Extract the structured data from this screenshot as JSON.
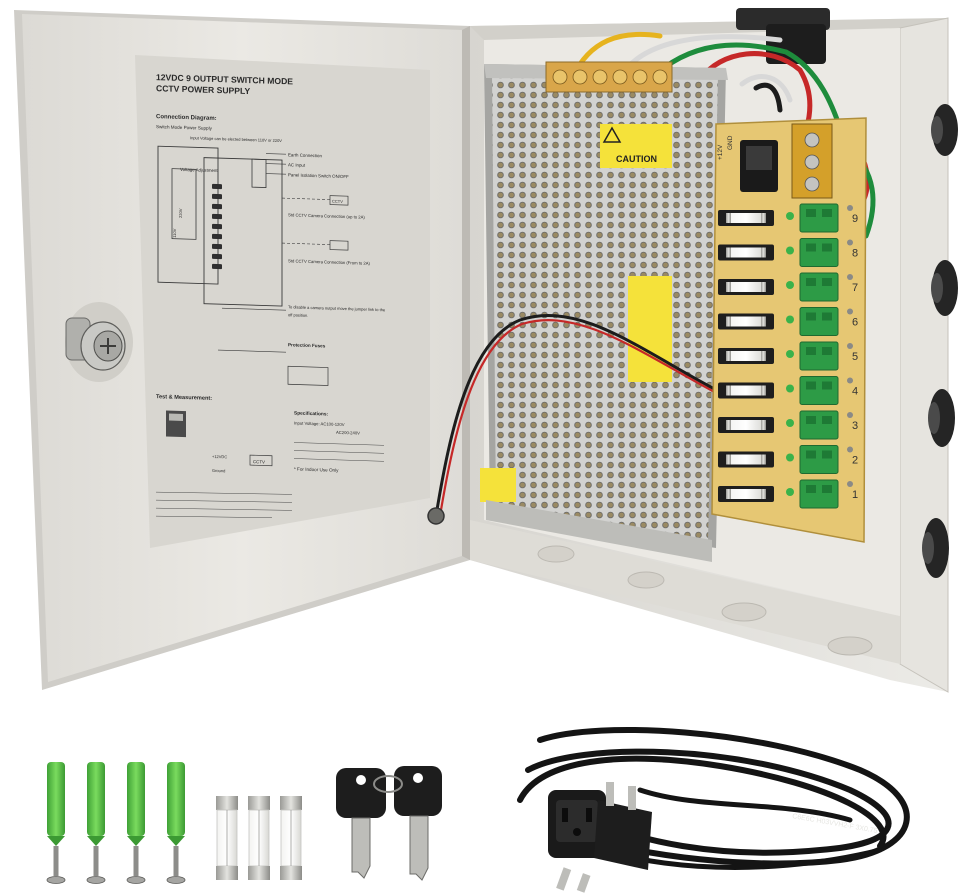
{
  "door_label": {
    "title_line1": "12VDC 9 OUTPUT SWITCH MODE",
    "title_line2": "CCTV POWER SUPPLY",
    "connection_diagram": "Connection Diagram:",
    "switch_mode_power_supply": "Switch Mode Power Supply",
    "input_voltage_note": "Input Voltage can be elected between 110V or 220V",
    "earth_connection": "Earth Connection",
    "ac_input": "AC Input",
    "panel_isolation_switch": "Panel Isolation Switch ON/OFF",
    "voltage_adjustment": "Voltage Adjustment",
    "std_cctv_camera_connection_1": "Std CCTV Camera Connection (up to 2A)",
    "std_cctv_camera_connection_2": "Std CCTV Camera Connection (From to 2A)",
    "disable_camera_output": "To disable a camera output move the jumper link to the",
    "off_position": "off position.",
    "protection_fuses": "Protection Fuses",
    "test_measurement": "Test & Measurement:",
    "specifications": "Specifications:",
    "input_voltage": "Input Voltage: AC100-120V",
    "input_voltage_2": "AC200-240V",
    "for_indoor_use_only": "* For Indoor Use Only",
    "cctv": "CCTV",
    "plus_12vdc": "+12VDC",
    "ground": "Ground",
    "switch_220v": "220V",
    "switch_110v": "110V"
  },
  "psu": {
    "caution_label": "CAUTION",
    "terminal_numbers": [
      "9",
      "8",
      "7",
      "6",
      "5",
      "4",
      "3",
      "2",
      "1"
    ],
    "plus_12v": "+12V",
    "gnd": "GND"
  },
  "accessories": {
    "anchor_count": 4,
    "screw_count": 4,
    "fuse_count": 3,
    "key_count": 2,
    "power_cord_marking": "C6E6C H03VVH2-F 3X0.75"
  },
  "colors": {
    "enclosure": "#e4e2dd",
    "enclosure_shadow": "#c9c6bf",
    "door_panel": "#e9e7e2",
    "label_bg": "#d9d7d2",
    "psu_metal": "#c6c6c4",
    "pcb": "#e6c773",
    "terminal_green": "#2d9b46",
    "anchor_green": "#58c24a",
    "caution_yellow": "#f5e23a",
    "cord_black": "#141414"
  }
}
